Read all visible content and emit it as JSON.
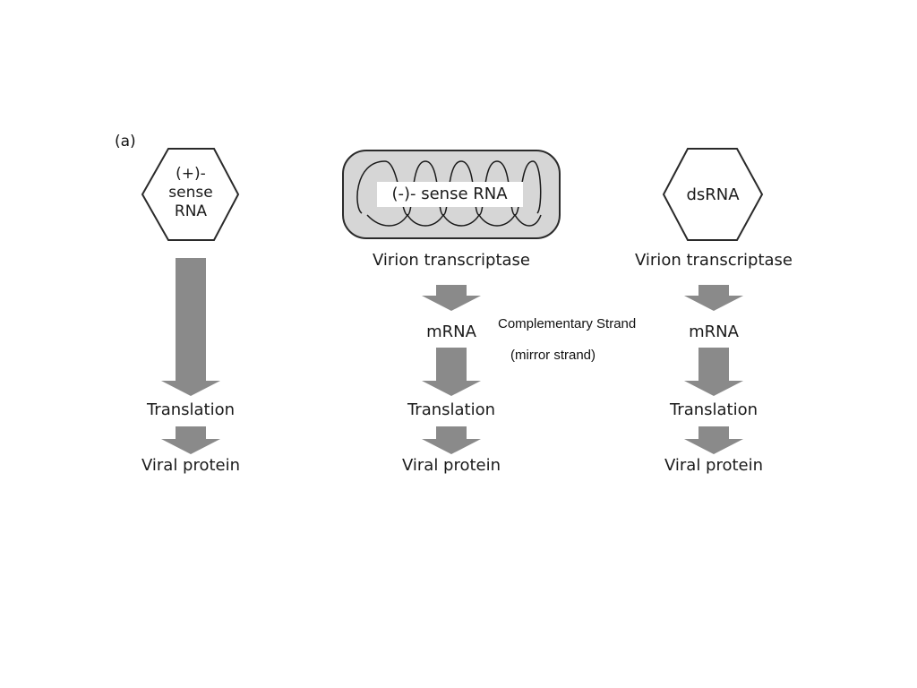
{
  "panel_label": "(a)",
  "colors": {
    "arrow": "#8a8a8a",
    "capsule_fill": "#d6d6d6",
    "outline": "#2a2a2a",
    "text": "#1a1a1a"
  },
  "columns": [
    {
      "id": "plus-sense",
      "genome_shape": "hexagon",
      "genome_lines": [
        "(+)-",
        "sense",
        "RNA"
      ],
      "steps": [
        "Translation",
        "Viral protein"
      ]
    },
    {
      "id": "minus-sense",
      "genome_shape": "capsule-with-coil",
      "genome_label": "(-)- sense RNA",
      "enzyme": "Virion transcriptase",
      "steps": [
        "mRNA",
        "Translation",
        "Viral protein"
      ]
    },
    {
      "id": "ds-rna",
      "genome_shape": "hexagon",
      "genome_label": "dsRNA",
      "enzyme": "Virion transcriptase",
      "steps": [
        "mRNA",
        "Translation",
        "Viral protein"
      ]
    }
  ],
  "annotation": {
    "line1": "Complementary Strand",
    "line2": "(mirror strand)"
  }
}
